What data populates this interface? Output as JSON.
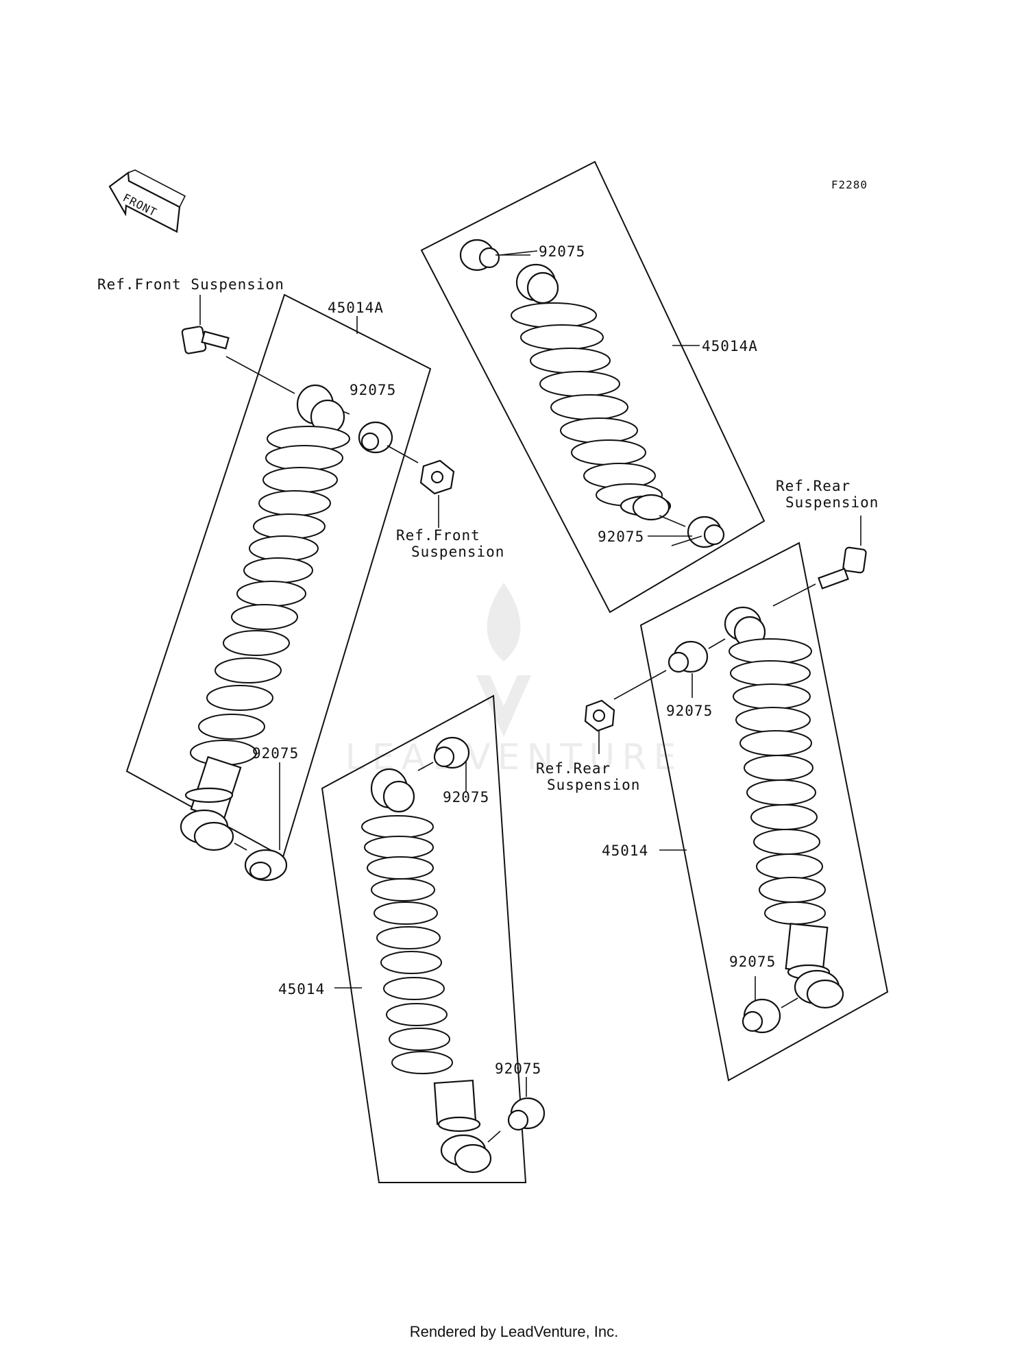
{
  "figure_code": "F2280",
  "front_arrow_label": "FRONT",
  "watermark_text": "LEADVENTURE",
  "footer": "Rendered by LeadVenture, Inc.",
  "labels": {
    "ref_front_suspension_top": "Ref.Front Suspension",
    "ref_front_suspension_line1": "Ref.Front",
    "ref_front_suspension_line2": "Suspension",
    "ref_rear_suspension_top_line1": "Ref.Rear",
    "ref_rear_suspension_top_line2": "Suspension",
    "ref_rear_suspension_mid_line1": "Ref.Rear",
    "ref_rear_suspension_mid_line2": "Suspension",
    "shock_left_top": "45014A",
    "shock_center_top": "45014A",
    "shock_center_bottom": "45014",
    "shock_right": "45014",
    "bushing_1": "92075",
    "bushing_2": "92075",
    "bushing_3": "92075",
    "bushing_4": "92075",
    "bushing_5": "92075",
    "bushing_6": "92075",
    "bushing_7": "92075",
    "bushing_8": "92075"
  }
}
